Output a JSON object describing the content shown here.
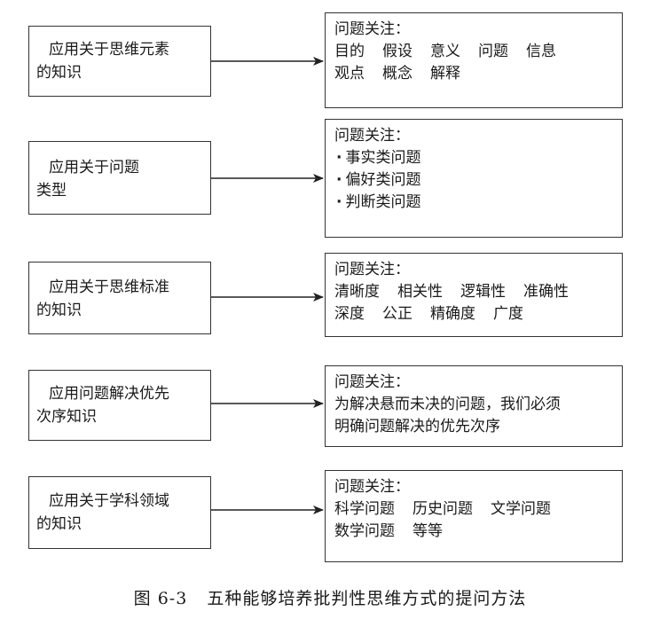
{
  "rows": [
    {
      "left": [
        "应用关于思维元素",
        "的知识"
      ],
      "head": "问题关注：",
      "kind": "terms",
      "lines": [
        [
          "目的",
          "假设",
          "意义",
          "问题",
          "信息"
        ],
        [
          "观点",
          "概念",
          "解释"
        ]
      ]
    },
    {
      "left": [
        "应用关于问题",
        "类型"
      ],
      "head": "问题关注：",
      "kind": "bullets",
      "lines": [
        "事实类问题",
        "偏好类问题",
        "判断类问题"
      ]
    },
    {
      "left": [
        "应用关于思维标准",
        "的知识"
      ],
      "head": "问题关注：",
      "kind": "terms",
      "lines": [
        [
          "清晰度",
          "相关性",
          "逻辑性",
          "准确性"
        ],
        [
          "深度",
          "公正",
          "精确度",
          "广度"
        ]
      ]
    },
    {
      "left": [
        "应用问题解决优先",
        "次序知识"
      ],
      "head": "问题关注：",
      "kind": "para",
      "lines": [
        "为解决悬而未决的问题，我们必须",
        "明确问题解决的优先次序"
      ]
    },
    {
      "left": [
        "应用关于学科领域",
        "的知识"
      ],
      "head": "问题关注：",
      "kind": "terms",
      "lines": [
        [
          "科学问题",
          "历史问题",
          "文学问题"
        ],
        [
          "数学问题",
          "等等"
        ]
      ]
    }
  ],
  "caption": {
    "number": "图 6-3",
    "text": "五种能够培养批判性思维方式的提问方法"
  }
}
